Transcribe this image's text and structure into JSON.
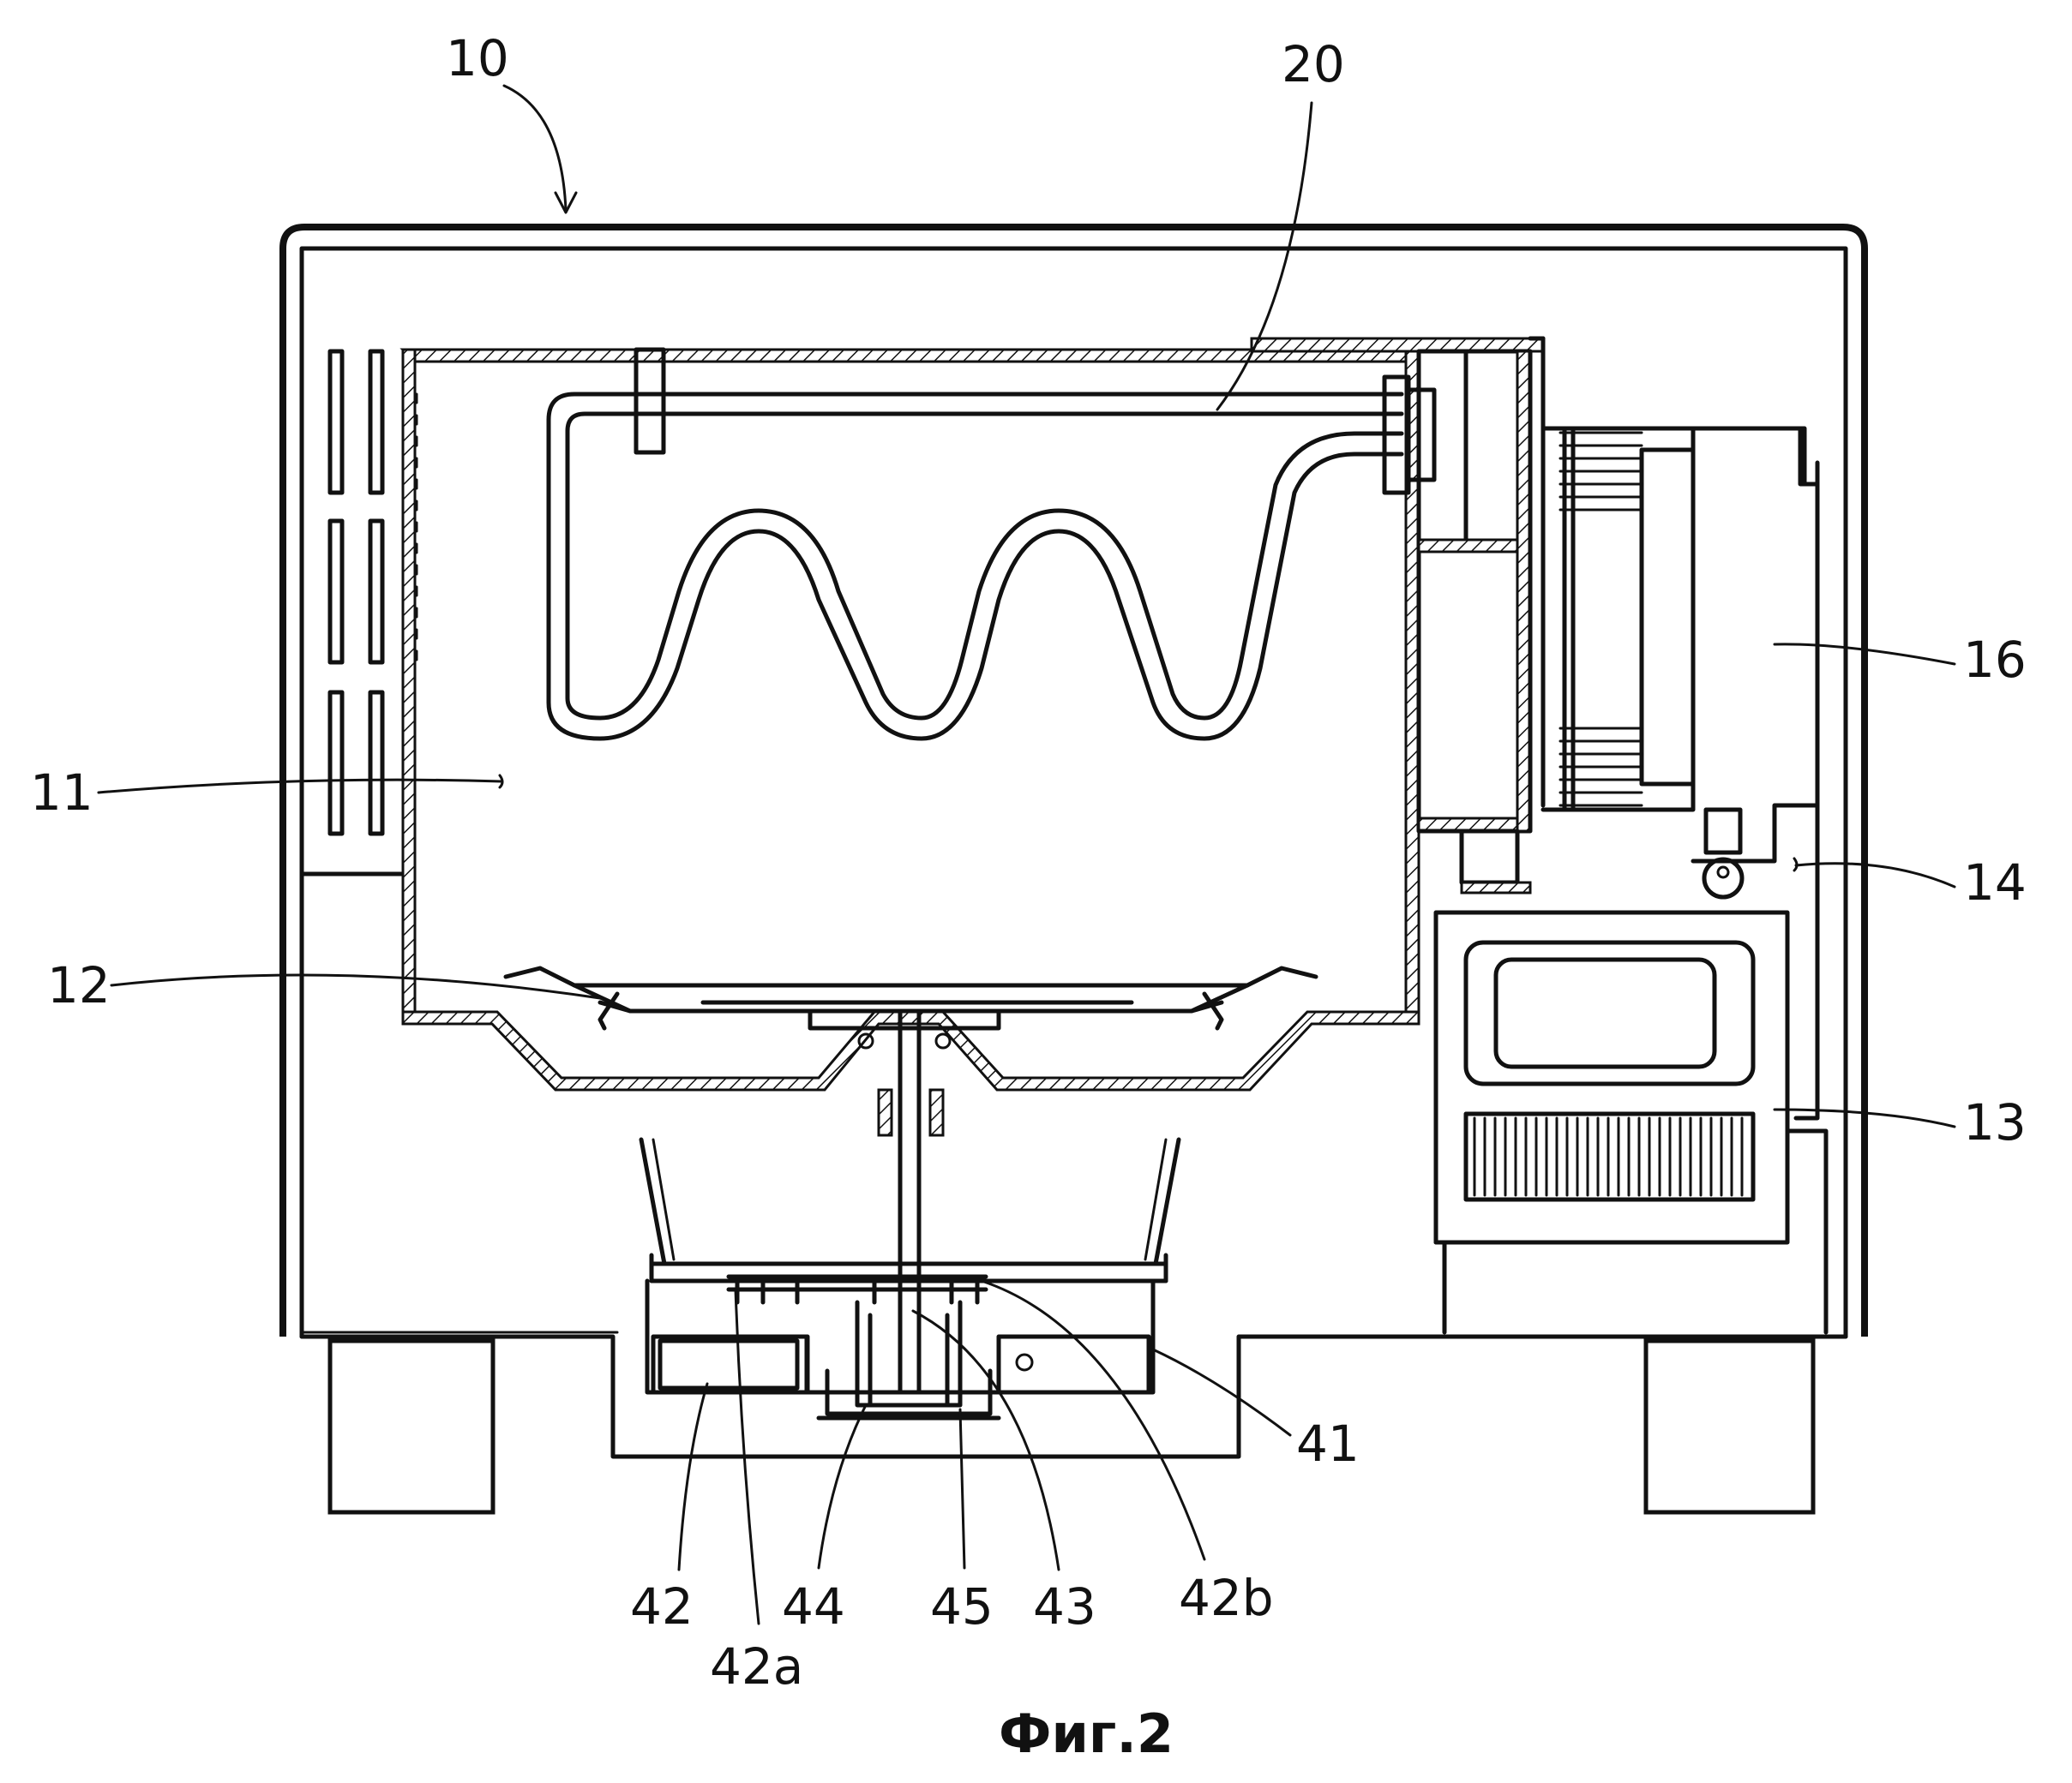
{
  "labels": {
    "l10": "10",
    "l20": "20",
    "l11": "11",
    "l12": "12",
    "l16": "16",
    "l14": "14",
    "l13": "13",
    "l41": "41",
    "l42": "42",
    "l42a": "42a",
    "l44": "44",
    "l45": "45",
    "l43": "43",
    "l42b": "42b"
  },
  "caption": "Фиг.2"
}
